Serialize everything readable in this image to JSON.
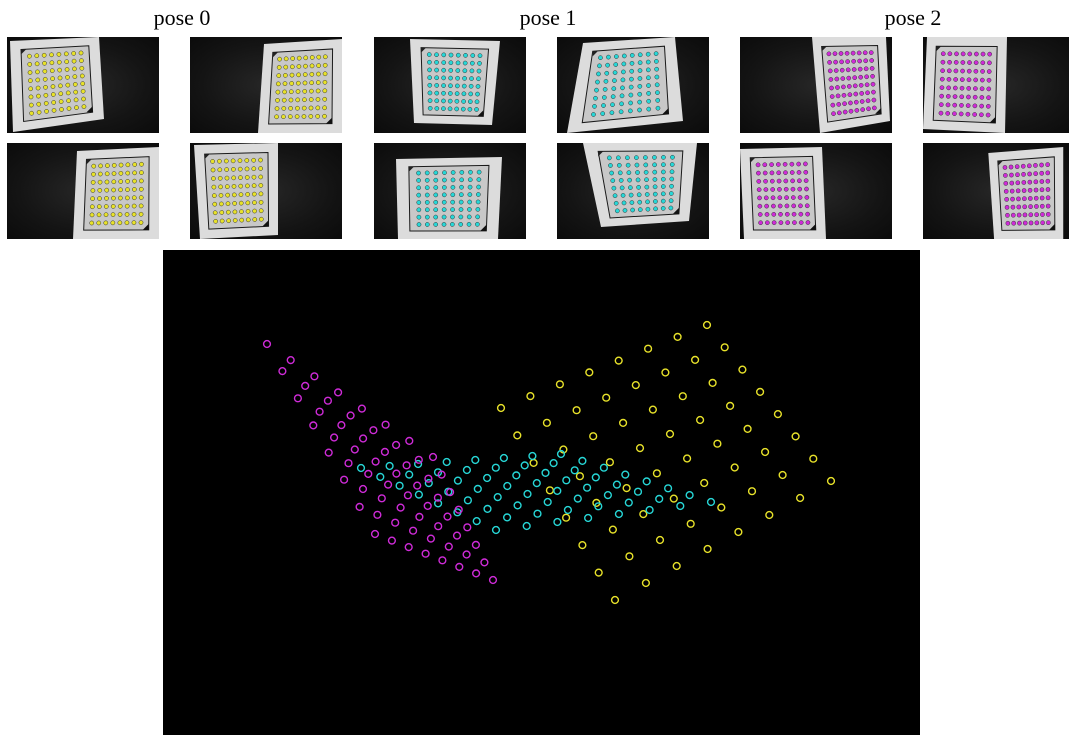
{
  "labels": [
    "pose 0",
    "pose 1",
    "pose 2"
  ],
  "colors": {
    "pose0": "#e8e22a",
    "pose1": "#27d7d7",
    "pose2": "#cf2bd8",
    "board": "#dcdcdc",
    "background": "#000000"
  },
  "thumbnail_grid": {
    "rows_of_dots": 8,
    "cols_of_dots": 8
  },
  "icons": {
    "thumbnail": "calibration-board-image",
    "marker": "circle-marker"
  }
}
